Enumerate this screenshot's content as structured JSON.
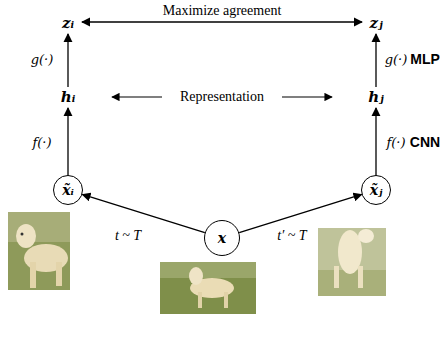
{
  "diagram": {
    "nodes": [
      {
        "text": [
          "x̃ᵢ"
        ]
      },
      {
        "text": [
          "x̃ⱼ"
        ]
      },
      {
        "text": [
          "x"
        ]
      }
    ],
    "edges": [
      {
        "from": 2,
        "to": 0,
        "arrow": "to",
        "label": "t ~ T"
      },
      {
        "from": 2,
        "to": 1,
        "arrow": "to",
        "label": "t′ ~ T"
      }
    ],
    "labels": [
      "Maximize agreement",
      "zᵢ",
      "zⱼ",
      "g(·)",
      "g(·)",
      "MLP",
      "hᵢ",
      "Representation",
      "hⱼ",
      "f(·)",
      "f(·)",
      "CNN"
    ]
  }
}
